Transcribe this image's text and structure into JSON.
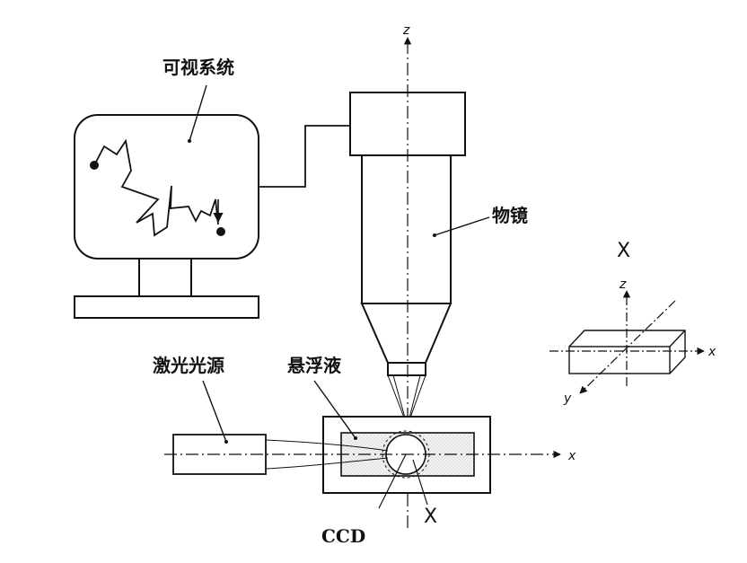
{
  "labels": {
    "visual_system": "可视系统",
    "objective": "物镜",
    "laser_source": "激光光源",
    "suspension": "悬浮液",
    "ccd": "CCD"
  },
  "axes": {
    "z": "z",
    "x": "x",
    "y": "y",
    "section_marker": "X"
  }
}
